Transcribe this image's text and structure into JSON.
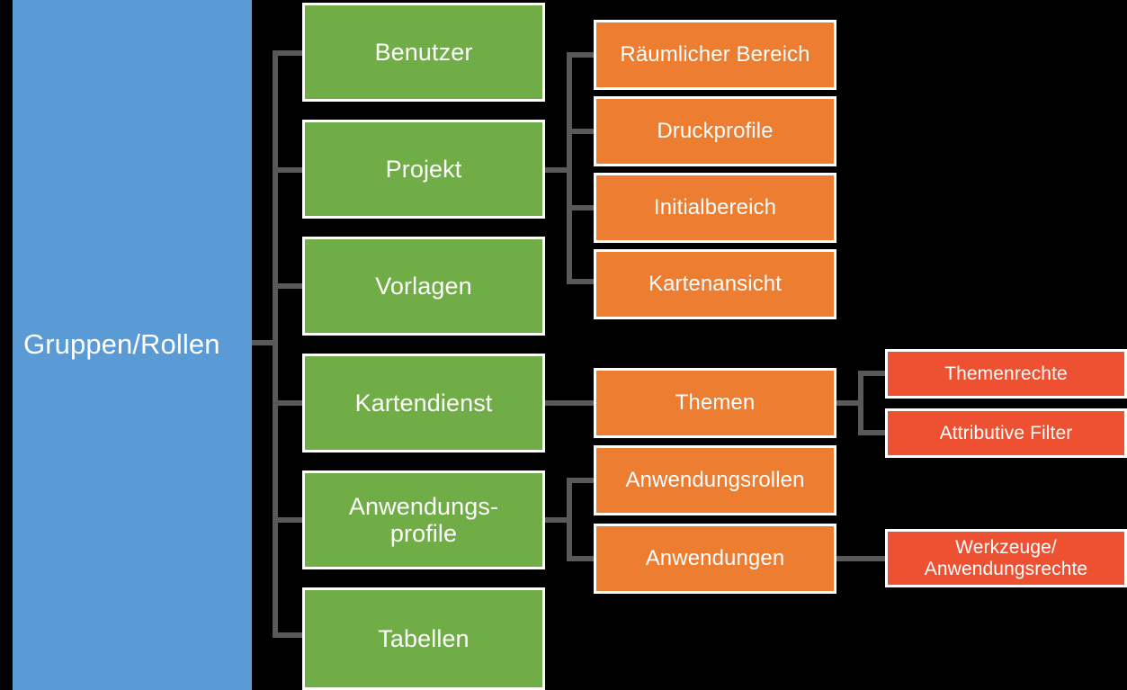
{
  "diagram": {
    "title": "Gruppen/Rollen Berechtigungsstruktur",
    "background_color": "#000000",
    "connector_color": "#595959",
    "palette": {
      "root": "#5b9bd5",
      "level1": "#70ad47",
      "level2": "#ed7d31",
      "level3": "#ed5131",
      "text": "#ffffff",
      "border": "#ffffff"
    },
    "root": {
      "label": "Gruppen/Rollen"
    },
    "level1": [
      {
        "label": "Benutzer"
      },
      {
        "label": "Projekt"
      },
      {
        "label": "Vorlagen"
      },
      {
        "label": "Kartendienst"
      },
      {
        "label": "Anwendungs-\nprofile"
      },
      {
        "label": "Tabellen"
      }
    ],
    "level2": [
      {
        "label": "Räumlicher Bereich"
      },
      {
        "label": "Druckprofile"
      },
      {
        "label": "Initialbereich"
      },
      {
        "label": "Kartenansicht"
      },
      {
        "label": "Themen"
      },
      {
        "label": "Anwendungsrollen"
      },
      {
        "label": "Anwendungen"
      }
    ],
    "level3": [
      {
        "label": "Themenrechte"
      },
      {
        "label": "Attributive Filter"
      },
      {
        "label": "Werkzeuge/\nAnwendungsrechte"
      }
    ]
  }
}
